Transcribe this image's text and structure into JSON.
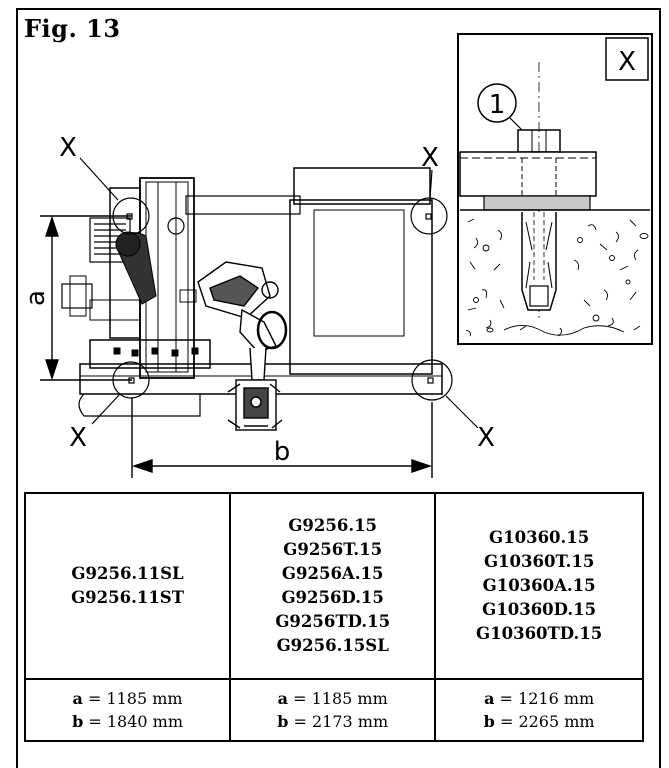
{
  "figure": {
    "title": "Fig. 13"
  },
  "drawing": {
    "detail_label": "X",
    "callout_number": "1",
    "anchor_labels": [
      "X",
      "X",
      "X",
      "X"
    ],
    "dimension_a_label": "a",
    "dimension_b_label": "b"
  },
  "table": {
    "columns": [
      {
        "models": [
          "G9256.11SL",
          "G9256.11ST"
        ],
        "a_key": "a",
        "a_value": "= 1185 mm",
        "b_key": "b",
        "b_value": "= 1840 mm"
      },
      {
        "models": [
          "G9256.15",
          "G9256T.15",
          "G9256A.15",
          "G9256D.15",
          "G9256TD.15",
          "G9256.15SL"
        ],
        "a_key": "a",
        "a_value": "= 1185 mm",
        "b_key": "b",
        "b_value": "= 2173 mm"
      },
      {
        "models": [
          "G10360.15",
          "G10360T.15",
          "G10360A.15",
          "G10360D.15",
          "G10360TD.15"
        ],
        "a_key": "a",
        "a_value": "= 1216 mm",
        "b_key": "b",
        "b_value": "= 2265 mm"
      }
    ]
  }
}
